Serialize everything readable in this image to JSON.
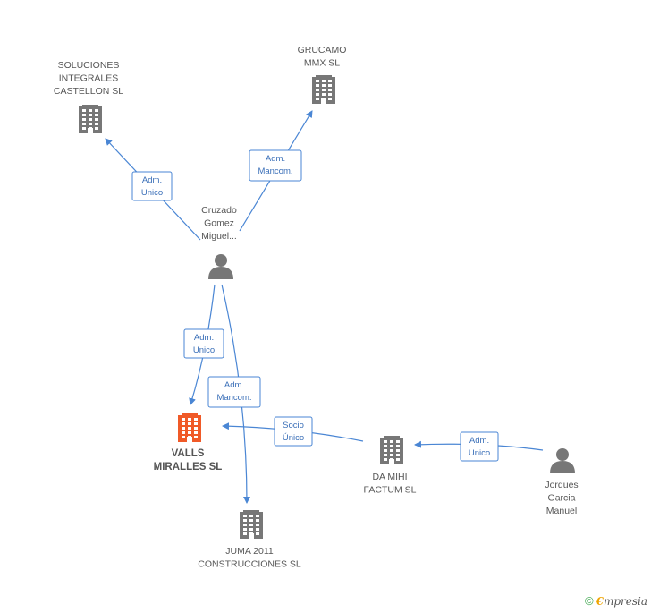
{
  "nodes": {
    "soluciones": {
      "type": "company",
      "lines": [
        "SOLUCIONES",
        "INTEGRALES",
        "CASTELLON SL"
      ]
    },
    "grucamo": {
      "type": "company",
      "lines": [
        "GRUCAMO",
        "MMX SL"
      ]
    },
    "cruzado": {
      "type": "person",
      "lines": [
        "Cruzado",
        "Gomez",
        "Miguel..."
      ]
    },
    "valls": {
      "type": "company-main",
      "lines": [
        "VALLS",
        "MIRALLES SL"
      ]
    },
    "juma": {
      "type": "company",
      "lines": [
        "JUMA 2011",
        "CONSTRUCCIONES SL"
      ]
    },
    "damihi": {
      "type": "company",
      "lines": [
        "DA MIHI",
        "FACTUM SL"
      ]
    },
    "jorques": {
      "type": "person",
      "lines": [
        "Jorques",
        "Garcia",
        "Manuel"
      ]
    }
  },
  "edges": [
    {
      "from": "cruzado",
      "to": "soluciones",
      "lines": [
        "Adm.",
        "Unico"
      ]
    },
    {
      "from": "cruzado",
      "to": "grucamo",
      "lines": [
        "Adm.",
        "Mancom."
      ]
    },
    {
      "from": "cruzado",
      "to": "valls",
      "lines": [
        "Adm.",
        "Unico"
      ]
    },
    {
      "from": "cruzado",
      "to": "juma",
      "lines": [
        "Adm.",
        "Mancom."
      ]
    },
    {
      "from": "damihi",
      "to": "valls",
      "lines": [
        "Socio",
        "Único"
      ]
    },
    {
      "from": "jorques",
      "to": "damihi",
      "lines": [
        "Adm.",
        "Unico"
      ]
    }
  ],
  "colors": {
    "icon": "#777777",
    "main_icon": "#f05a28",
    "edge": "#4a86d4"
  },
  "footer": {
    "symbol": "©",
    "brand_first": "€",
    "brand_rest": "mpresia"
  }
}
